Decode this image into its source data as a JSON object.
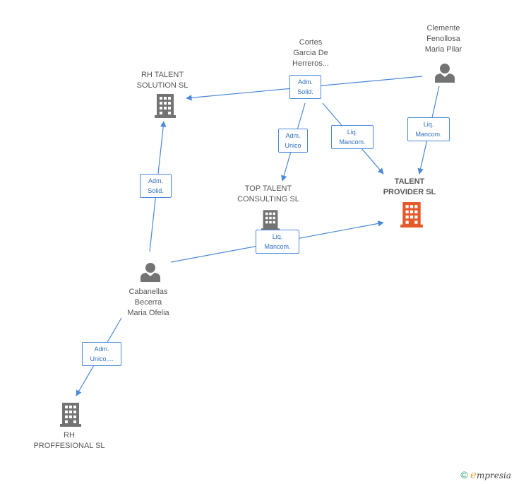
{
  "colors": {
    "edge": "#4a88d8",
    "company": "#737373",
    "company_main": "#e55a2b",
    "person": "#737373"
  },
  "nodes": {
    "rh_talent_solution": {
      "label_lines": [
        "RH TALENT",
        "SOLUTION SL"
      ],
      "type": "company"
    },
    "cortes": {
      "label_lines": [
        "Cortes",
        "Garcia De",
        "Herreros..."
      ],
      "type": "person"
    },
    "clemente": {
      "label_lines": [
        "Clemente",
        "Fenollosa",
        "Maria Pilar"
      ],
      "type": "person"
    },
    "top_talent": {
      "label_lines": [
        "TOP TALENT",
        "CONSULTING SL"
      ],
      "type": "company"
    },
    "talent_provider": {
      "label_lines": [
        "TALENT",
        "PROVIDER SL"
      ],
      "type": "company-main"
    },
    "cabanellas": {
      "label_lines": [
        "Cabanellas",
        "Becerra",
        "Maria Ofelia"
      ],
      "type": "person"
    },
    "rh_proffesional": {
      "label_lines": [
        "RH",
        "PROFFESIONAL SL"
      ],
      "type": "company"
    }
  },
  "edges": {
    "cortes_rh_solution": [
      "Adm.",
      "Solid."
    ],
    "cortes_top_talent": [
      "Adm.",
      "Unico"
    ],
    "cortes_talent_provider": [
      "Liq.",
      "Mancom."
    ],
    "clemente_talent_provider": [
      "Liq.",
      "Mancom."
    ],
    "cabanellas_rh_solution": [
      "Adm.",
      "Solid."
    ],
    "cabanellas_talent_provider": [
      "Liq.",
      "Mancom."
    ],
    "cabanellas_rh_proffesional": [
      "Adm.",
      "Unico,..."
    ]
  },
  "footer": {
    "copyright": "©",
    "brand_initial": "e",
    "brand_rest": "mpresia"
  }
}
